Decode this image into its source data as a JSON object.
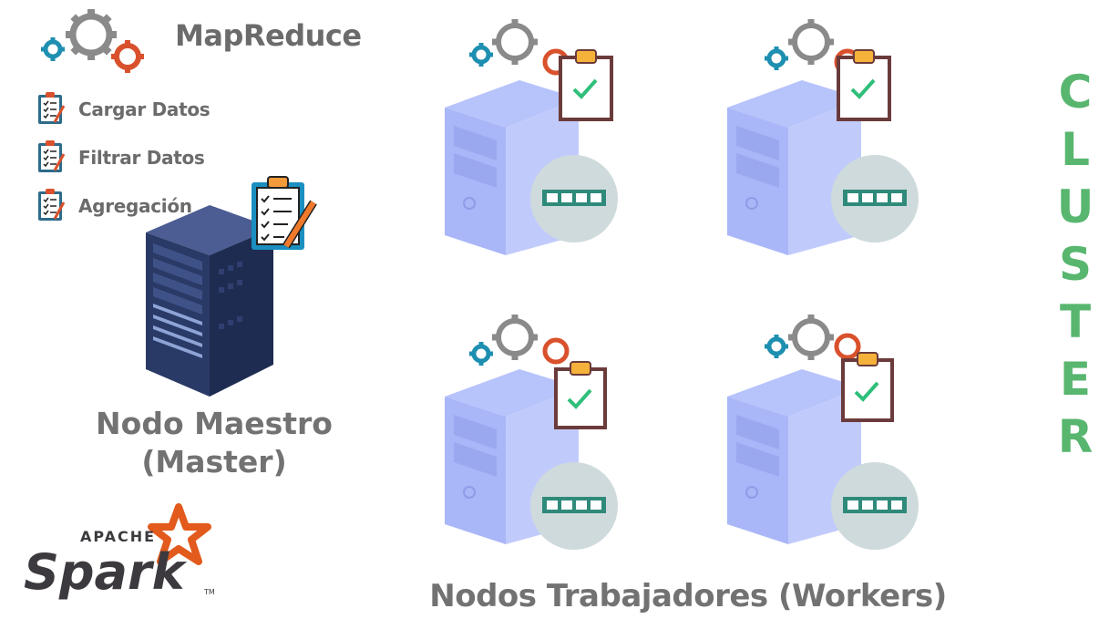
{
  "header": {
    "title": "MapReduce"
  },
  "tasks": [
    {
      "label": "Cargar Datos",
      "icon": "clipboard-checklist-icon"
    },
    {
      "label": "Filtrar Datos",
      "icon": "clipboard-checklist-icon"
    },
    {
      "label": "Agregación",
      "icon": "clipboard-checklist-icon"
    }
  ],
  "master": {
    "line1": "Nodo Maestro",
    "line2": "(Master)"
  },
  "workers": {
    "label": "Nodos Trabajadores (Workers)",
    "count": 4
  },
  "cluster": {
    "letters": [
      "C",
      "L",
      "U",
      "S",
      "T",
      "E",
      "R"
    ]
  },
  "logo": {
    "top": "APACHE",
    "word": "Spark",
    "mark": "TM"
  },
  "colors": {
    "server_master": "#2c3d6b",
    "server_worker": "#a9b6f7",
    "gear_gray": "#8a8a8a",
    "gear_orange": "#d9512c",
    "gear_teal": "#1e8fb0",
    "cluster_green": "#58b66f",
    "check_green": "#2fbf7a",
    "memory_circle": "#cfdadc"
  }
}
